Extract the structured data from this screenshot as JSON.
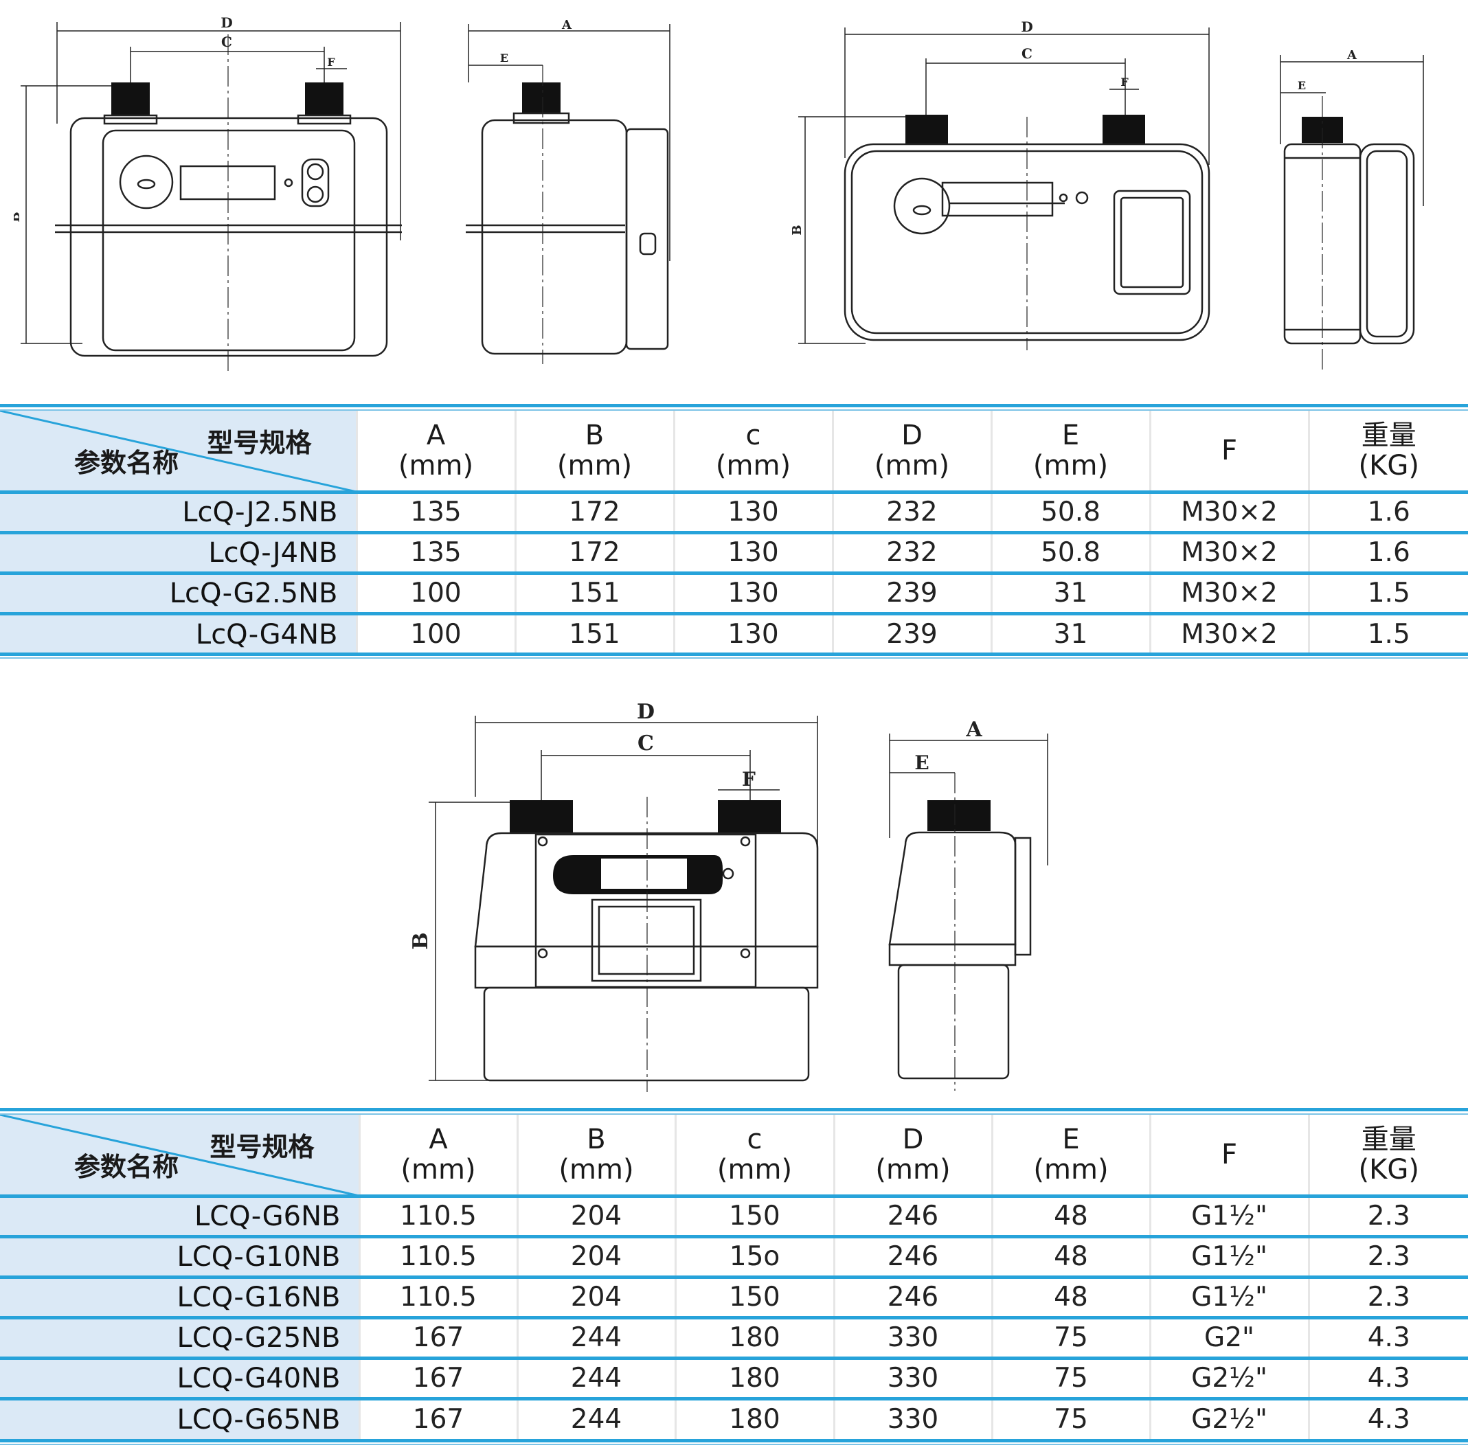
{
  "table1": {
    "corner_top": "型号规格",
    "corner_bottom": "参数名称",
    "headers": [
      {
        "name": "A",
        "unit": "(mm)"
      },
      {
        "name": "B",
        "unit": "(mm)"
      },
      {
        "name": "c",
        "unit": "(mm)"
      },
      {
        "name": "D",
        "unit": "(mm)"
      },
      {
        "name": "E",
        "unit": "(mm)"
      },
      {
        "name": "F",
        "unit": ""
      },
      {
        "name": "重量",
        "unit": "(KG)"
      }
    ],
    "rows": [
      {
        "model": "LcQ-J2.5NB",
        "values": [
          "135",
          "172",
          "130",
          "232",
          "50.8",
          "M30×2",
          "1.6"
        ]
      },
      {
        "model": "LcQ-J4NB",
        "values": [
          "135",
          "172",
          "130",
          "232",
          "50.8",
          "M30×2",
          "1.6"
        ]
      },
      {
        "model": "LcQ-G2.5NB",
        "values": [
          "100",
          "151",
          "130",
          "239",
          "31",
          "M30×2",
          "1.5"
        ]
      },
      {
        "model": "LcQ-G4NB",
        "values": [
          "100",
          "151",
          "130",
          "239",
          "31",
          "M30×2",
          "1.5"
        ]
      }
    ]
  },
  "table2": {
    "corner_top": "型号规格",
    "corner_bottom": "参数名称",
    "headers": [
      {
        "name": "A",
        "unit": "(mm)"
      },
      {
        "name": "B",
        "unit": "(mm)"
      },
      {
        "name": "c",
        "unit": "(mm)"
      },
      {
        "name": "D",
        "unit": "(mm)"
      },
      {
        "name": "E",
        "unit": "(mm)"
      },
      {
        "name": "F",
        "unit": ""
      },
      {
        "name": "重量",
        "unit": "(KG)"
      }
    ],
    "rows": [
      {
        "model": "LCQ-G6NB",
        "values": [
          "110.5",
          "204",
          "150",
          "246",
          "48",
          "G1½\"",
          "2.3"
        ]
      },
      {
        "model": "LCQ-G10NB",
        "values": [
          "110.5",
          "204",
          "15o",
          "246",
          "48",
          "G1½\"",
          "2.3"
        ]
      },
      {
        "model": "LCQ-G16NB",
        "values": [
          "110.5",
          "204",
          "150",
          "246",
          "48",
          "G1½\"",
          "2.3"
        ]
      },
      {
        "model": "LCQ-G25NB",
        "values": [
          "167",
          "244",
          "180",
          "330",
          "75",
          "G2\"",
          "4.3"
        ]
      },
      {
        "model": "LCQ-G40NB",
        "values": [
          "167",
          "244",
          "180",
          "330",
          "75",
          "G2½\"",
          "4.3"
        ]
      },
      {
        "model": "LCQ-G65NB",
        "values": [
          "167",
          "244",
          "180",
          "330",
          "75",
          "G2½\"",
          "4.3"
        ]
      }
    ]
  },
  "drawings": {
    "dim_labels": {
      "A": "A",
      "B": "B",
      "C": "C",
      "D": "D",
      "E": "E",
      "F": "F"
    }
  },
  "colors": {
    "accent": "#27a3da",
    "header_fill": "#dbe9f6"
  }
}
